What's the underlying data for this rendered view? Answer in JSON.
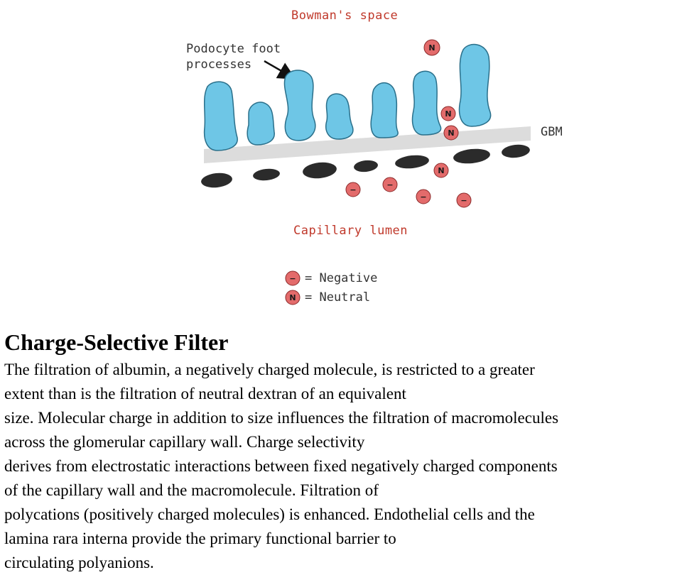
{
  "diagram": {
    "labels": {
      "top_space": "Bowman's space",
      "podocyte": [
        "Podocyte foot",
        "processes"
      ],
      "membrane": "GBM",
      "bottom_space": "Capillary lumen"
    },
    "legend": [
      {
        "symbol": "−",
        "text": "= Negative"
      },
      {
        "symbol": "N",
        "text": "= Neutral"
      }
    ],
    "molecule_marks": {
      "neutral": "N",
      "negative": "−"
    },
    "colors": {
      "label_red": "#c0392b",
      "podocyte_fill": "#6ec6e6",
      "podocyte_stroke": "#2a6f8a",
      "gbm": "#dcdcdc",
      "endothelium": "#2b2b2b",
      "molecule": "#e36b6b"
    }
  },
  "article": {
    "heading": "Charge-Selective Filter",
    "lines": [
      "The filtration of albumin, a negatively charged molecule, is restricted to a greater",
      "extent than is the filtration of neutral dextran of an equivalent",
      "size. Molecular charge in addition to size influences the filtration of macromolecules",
      "across the glomerular capillary wall. Charge selectivity",
      "derives from electrostatic interactions between fixed negatively charged components",
      "of the capillary wall and the macromolecule. Filtration of",
      "polycations (positively charged molecules) is enhanced. Endothelial cells and the",
      "lamina rara interna provide the primary functional barrier to",
      "circulating polyanions."
    ]
  }
}
